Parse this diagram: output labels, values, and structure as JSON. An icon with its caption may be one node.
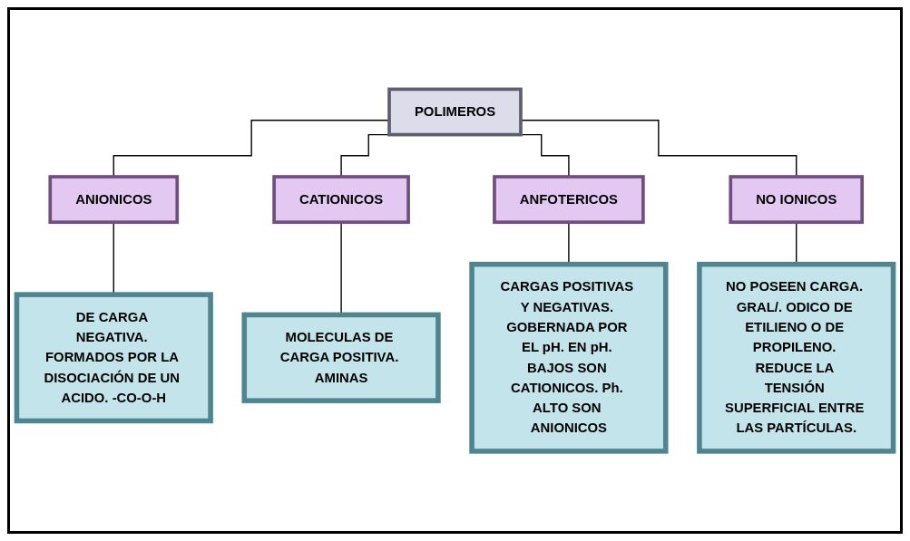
{
  "diagram": {
    "nodes": [
      {
        "text": [
          "POLIMEROS"
        ]
      },
      {
        "text": [
          "ANIONICOS"
        ]
      },
      {
        "text": [
          "CATIONICOS"
        ]
      },
      {
        "text": [
          "ANFOTERICOS"
        ]
      },
      {
        "text": [
          "NO IONICOS"
        ]
      },
      {
        "text": [
          "DE CARGA NEGATIVA. FORMADOS POR LA DISOCIACIÓN DE UN ACIDO. -CO-O-H"
        ]
      },
      {
        "text": [
          "MOLECULAS DE CARGA POSITIVA. AMINAS"
        ]
      },
      {
        "text": [
          "CARGAS POSITIVAS Y NEGATIVAS. GOBERNADA POR EL pH. EN pH. BAJOS SON CATIONICOS. Ph. ALTO SON ANIONICOS"
        ]
      },
      {
        "text": [
          "NO POSEEN CARGA. GRAL/. ODICO DE ETILIENO O DE PROPILENO. REDUCE LA TENSIÓN SUPERFICIAL ENTRE LAS PARTÍCULAS."
        ]
      }
    ],
    "edges": [
      {
        "from": 0,
        "to": 1,
        "arrow": "none"
      },
      {
        "from": 0,
        "to": 2,
        "arrow": "none"
      },
      {
        "from": 0,
        "to": 3,
        "arrow": "none"
      },
      {
        "from": 0,
        "to": 4,
        "arrow": "none"
      },
      {
        "from": 1,
        "to": 5,
        "arrow": "none"
      },
      {
        "from": 2,
        "to": 6,
        "arrow": "none"
      },
      {
        "from": 3,
        "to": 7,
        "arrow": "none"
      },
      {
        "from": 4,
        "to": 8,
        "arrow": "none"
      }
    ]
  }
}
